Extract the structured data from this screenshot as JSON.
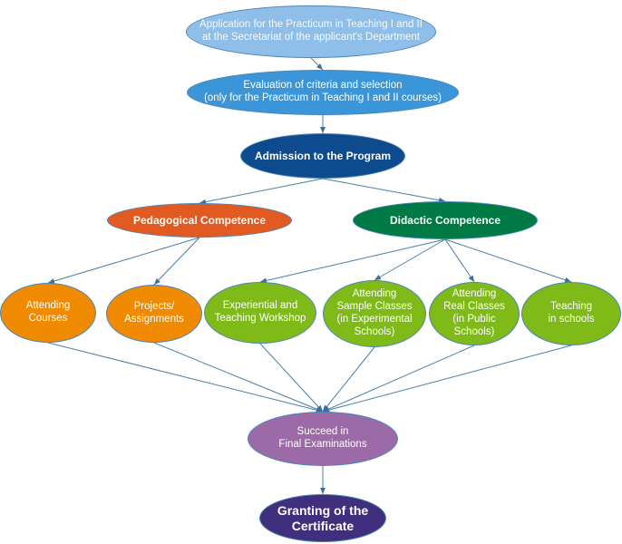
{
  "diagram": {
    "type": "flowchart",
    "colors": {
      "edge": "#4a7fa8",
      "application": "#8fbfe8",
      "evaluation": "#3a96d8",
      "admission": "#0e4a8e",
      "pedagogical": "#e05a22",
      "didactic": "#007a44",
      "pedagogical_activity": "#f08a00",
      "didactic_activity": "#7fba18",
      "examination": "#9c6aa6",
      "certificate": "#3f2f7c"
    },
    "nodes": {
      "application": "Application for the Practicum in Teaching I and II\nat the Secretariat of the applicant's Department",
      "evaluation": "Evaluation of criteria and selection\n(only for the Practicum in Teaching I and II courses)",
      "admission": "Admission to the Program",
      "pedagogical": "Pedagogical Competence",
      "didactic": "Didactic Competence",
      "attending_courses": "Attending\nCourses",
      "projects": "Projects/\nAssignments",
      "workshop": "Experiential and\nTeaching Workshop",
      "sample_classes": "Attending\nSample Classes\n(in Experimental\nSchools)",
      "real_classes": "Attending\nReal Classes\n(in Public\nSchools)",
      "teaching": "Teaching\nin schools",
      "final_exams": "Succeed in\nFinal Examinations",
      "certificate": "Granting of the\nCertificate"
    },
    "edges": [
      [
        "application",
        "evaluation"
      ],
      [
        "evaluation",
        "admission"
      ],
      [
        "admission",
        "pedagogical"
      ],
      [
        "admission",
        "didactic"
      ],
      [
        "pedagogical",
        "attending_courses"
      ],
      [
        "pedagogical",
        "projects"
      ],
      [
        "didactic",
        "workshop"
      ],
      [
        "didactic",
        "sample_classes"
      ],
      [
        "didactic",
        "real_classes"
      ],
      [
        "didactic",
        "teaching"
      ],
      [
        "attending_courses",
        "final_exams"
      ],
      [
        "projects",
        "final_exams"
      ],
      [
        "workshop",
        "final_exams"
      ],
      [
        "sample_classes",
        "final_exams"
      ],
      [
        "real_classes",
        "final_exams"
      ],
      [
        "teaching",
        "final_exams"
      ],
      [
        "final_exams",
        "certificate"
      ]
    ]
  }
}
